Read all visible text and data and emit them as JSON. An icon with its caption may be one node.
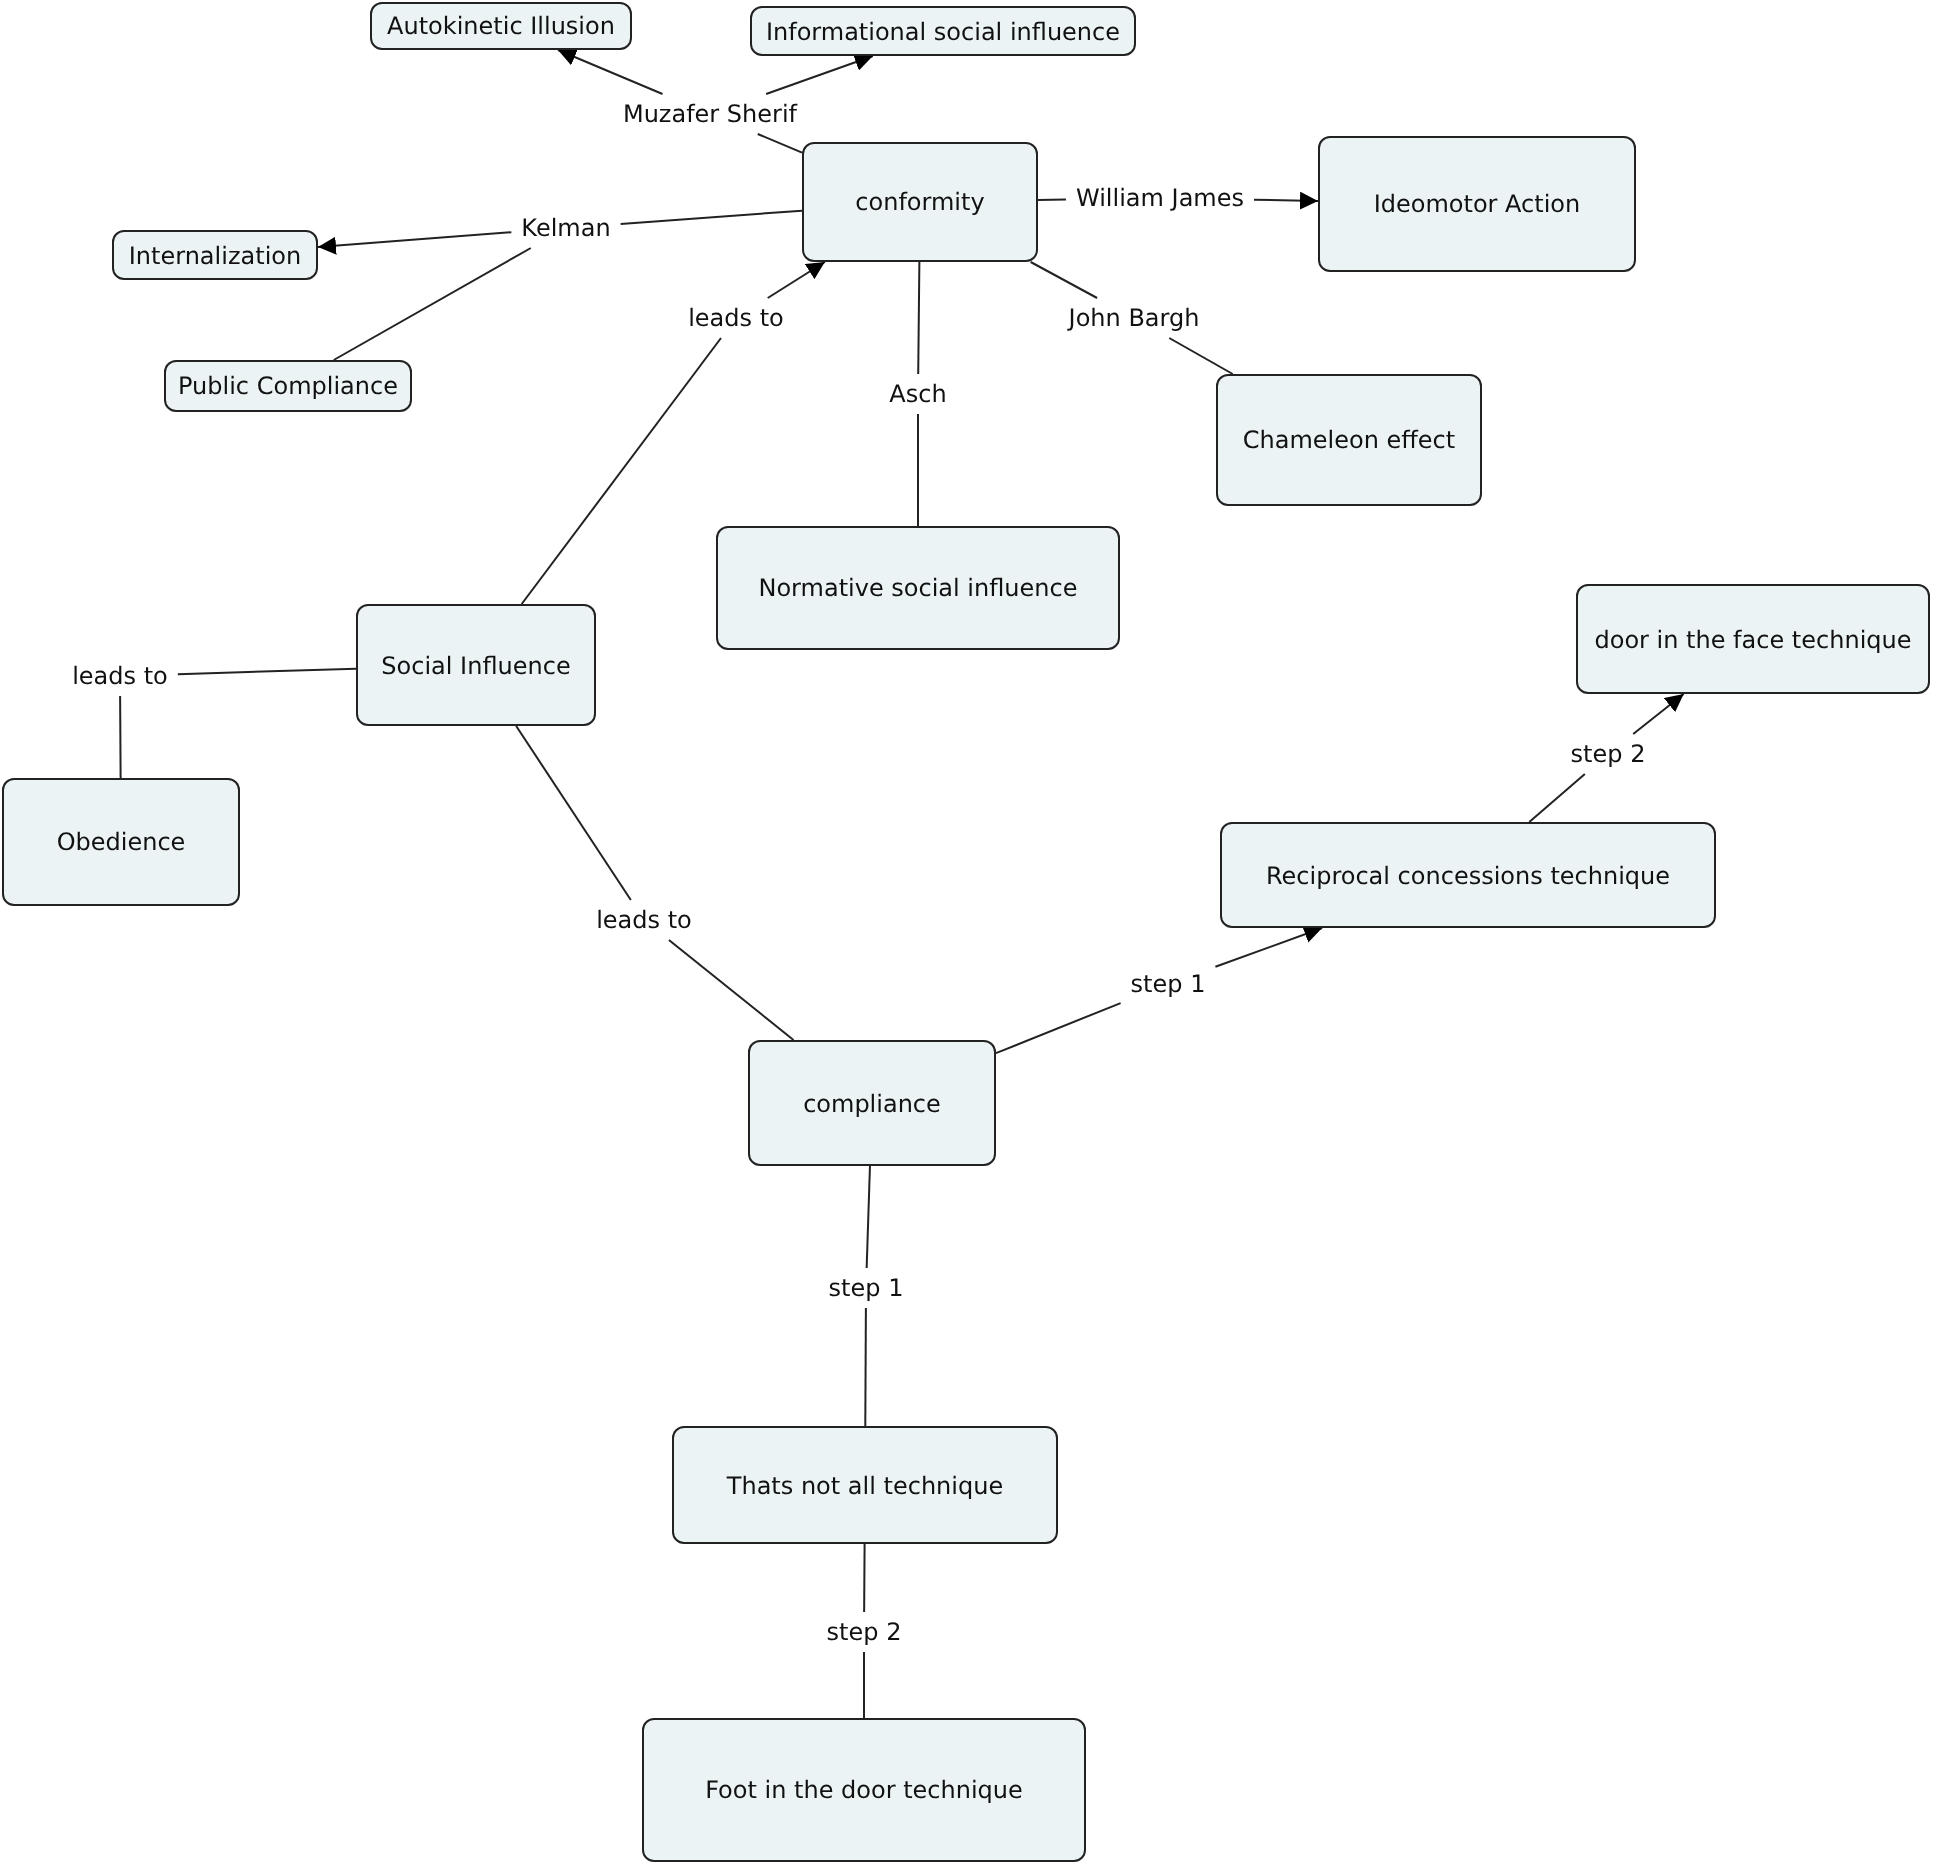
{
  "diagram": {
    "nodes": [
      {
        "text": [
          "Autokinetic Illusion"
        ]
      },
      {
        "text": [
          "Informational social influence"
        ]
      },
      {
        "text": [
          "Muzafer Sherif"
        ]
      },
      {
        "text": [
          "conformity"
        ]
      },
      {
        "text": [
          "William James"
        ]
      },
      {
        "text": [
          "Ideomotor Action"
        ]
      },
      {
        "text": [
          "Internalization"
        ]
      },
      {
        "text": [
          "Kelman"
        ]
      },
      {
        "text": [
          "Public Compliance"
        ]
      },
      {
        "text": [
          "leads to"
        ]
      },
      {
        "text": [
          "John Bargh"
        ]
      },
      {
        "text": [
          "Asch"
        ]
      },
      {
        "text": [
          "Chameleon effect"
        ]
      },
      {
        "text": [
          "Normative social influence"
        ]
      },
      {
        "text": [
          "door in the face technique"
        ]
      },
      {
        "text": [
          "Social Influence"
        ]
      },
      {
        "text": [
          "leads to"
        ]
      },
      {
        "text": [
          "Obedience"
        ]
      },
      {
        "text": [
          "Reciprocal concessions technique"
        ]
      },
      {
        "text": [
          "leads to"
        ]
      },
      {
        "text": [
          "step 2"
        ]
      },
      {
        "text": [
          "step 1"
        ]
      },
      {
        "text": [
          "compliance"
        ]
      },
      {
        "text": [
          "step 1"
        ]
      },
      {
        "text": [
          "Thats not all technique"
        ]
      },
      {
        "text": [
          "step 2"
        ]
      },
      {
        "text": [
          "Foot in the door technique"
        ]
      }
    ],
    "edges": [
      {
        "from": 3,
        "to": 2,
        "arrow": "none"
      },
      {
        "from": 2,
        "to": 0,
        "arrow": "to"
      },
      {
        "from": 2,
        "to": 1,
        "arrow": "to"
      },
      {
        "from": 3,
        "to": 4,
        "arrow": "none"
      },
      {
        "from": 4,
        "to": 5,
        "arrow": "to"
      },
      {
        "from": 3,
        "to": 7,
        "arrow": "none"
      },
      {
        "from": 7,
        "to": 6,
        "arrow": "to"
      },
      {
        "from": 7,
        "to": 8,
        "arrow": "none"
      },
      {
        "from": 15,
        "to": 9,
        "arrow": "none"
      },
      {
        "from": 9,
        "to": 3,
        "arrow": "to"
      },
      {
        "from": 3,
        "to": 10,
        "arrow": "none"
      },
      {
        "from": 10,
        "to": 12,
        "arrow": "none"
      },
      {
        "from": 3,
        "to": 11,
        "arrow": "none"
      },
      {
        "from": 11,
        "to": 13,
        "arrow": "none"
      },
      {
        "from": 15,
        "to": 16,
        "arrow": "none"
      },
      {
        "from": 16,
        "to": 17,
        "arrow": "none"
      },
      {
        "from": 15,
        "to": 19,
        "arrow": "none"
      },
      {
        "from": 19,
        "to": 22,
        "arrow": "none"
      },
      {
        "from": 22,
        "to": 21,
        "arrow": "none"
      },
      {
        "from": 21,
        "to": 18,
        "arrow": "to"
      },
      {
        "from": 18,
        "to": 20,
        "arrow": "none"
      },
      {
        "from": 20,
        "to": 14,
        "arrow": "to"
      },
      {
        "from": 22,
        "to": 23,
        "arrow": "none"
      },
      {
        "from": 23,
        "to": 24,
        "arrow": "none"
      },
      {
        "from": 24,
        "to": 25,
        "arrow": "none"
      },
      {
        "from": 25,
        "to": 26,
        "arrow": "none"
      }
    ]
  }
}
